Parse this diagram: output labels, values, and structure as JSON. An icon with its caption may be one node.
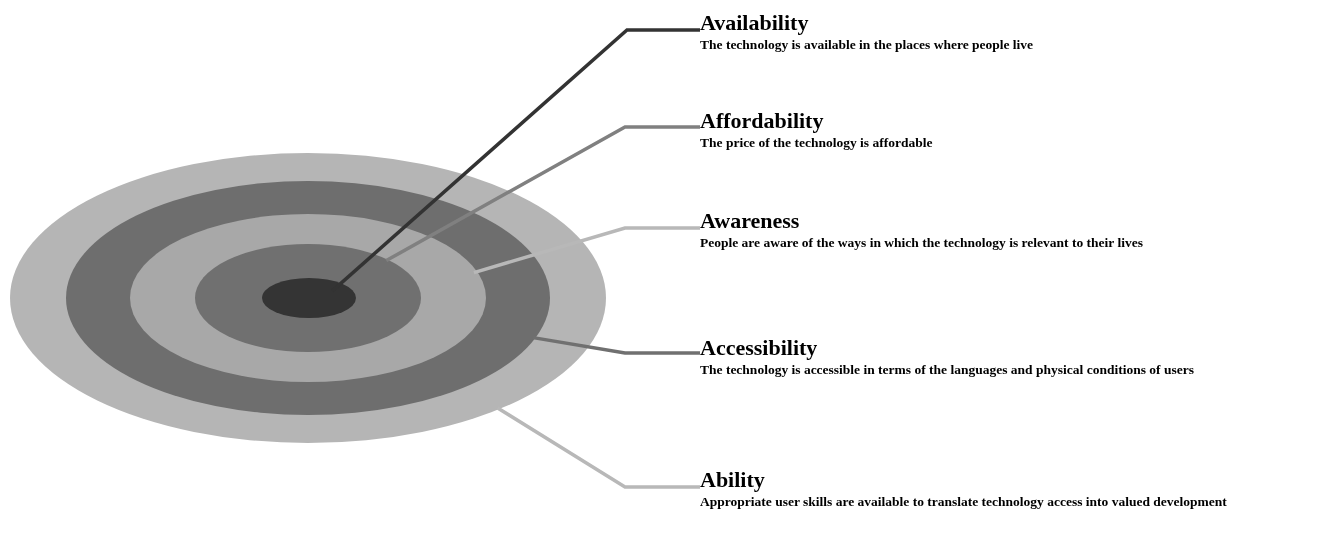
{
  "diagram": {
    "nodes": [
      {
        "text": [],
        "shape": "ellipse"
      },
      {
        "text": [],
        "shape": "ellipse",
        "in": 0
      },
      {
        "text": [],
        "shape": "ellipse",
        "in": 1
      },
      {
        "text": [],
        "shape": "ellipse",
        "in": 2
      },
      {
        "text": [],
        "shape": "ellipse",
        "in": 3
      },
      {
        "text": [
          "Availability",
          "The technology is available in the places where people live"
        ]
      },
      {
        "text": [
          "Affordability",
          "The price of the technology is affordable"
        ]
      },
      {
        "text": [
          "Awareness",
          "People are aware of the ways in which the technology is relevant to their lives"
        ]
      },
      {
        "text": [
          "Accessibility",
          "The technology is accessible in terms of the languages and physical conditions of users"
        ]
      },
      {
        "text": [
          "Ability",
          "Appropriate user skills are available to translate technology access into valued development"
        ]
      }
    ],
    "edges": [
      {
        "from": 5,
        "to": 4,
        "arrow": "none",
        "color": "#333333"
      },
      {
        "from": 6,
        "to": 3,
        "arrow": "none",
        "color": "#808080"
      },
      {
        "from": 7,
        "to": 2,
        "arrow": "none",
        "color": "#b8b8b8"
      },
      {
        "from": 8,
        "to": 1,
        "arrow": "none",
        "color": "#707070"
      },
      {
        "from": 9,
        "to": 0,
        "arrow": "none",
        "color": "#b8b8b8"
      }
    ]
  }
}
